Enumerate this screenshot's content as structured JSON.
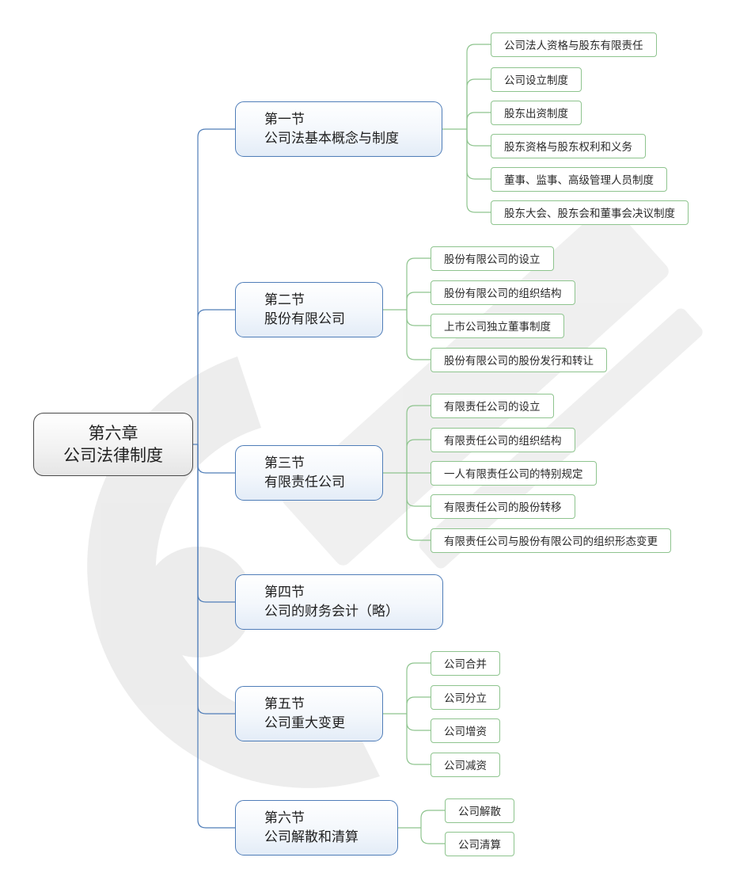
{
  "root": {
    "line1": "第六章",
    "line2": "公司法律制度"
  },
  "sections": [
    {
      "line1": "第一节",
      "line2": "公司法基本概念与制度",
      "items": [
        "公司法人资格与股东有限责任",
        "公司设立制度",
        "股东出资制度",
        "股东资格与股东权利和义务",
        "董事、监事、高级管理人员制度",
        "股东大会、股东会和董事会决议制度"
      ]
    },
    {
      "line1": "第二节",
      "line2": "股份有限公司",
      "items": [
        "股份有限公司的设立",
        "股份有限公司的组织结构",
        "上市公司独立董事制度",
        "股份有限公司的股份发行和转让"
      ]
    },
    {
      "line1": "第三节",
      "line2": "有限责任公司",
      "items": [
        "有限责任公司的设立",
        "有限责任公司的组织结构",
        "一人有限责任公司的特别规定",
        "有限责任公司的股份转移",
        "有限责任公司与股份有限公司的组织形态变更"
      ]
    },
    {
      "line1": "第四节",
      "line2": "公司的财务会计（略）",
      "items": []
    },
    {
      "line1": "第五节",
      "line2": "公司重大变更",
      "items": [
        "公司合并",
        "公司分立",
        "公司增资",
        "公司减资"
      ]
    },
    {
      "line1": "第六节",
      "line2": "公司解散和清算",
      "items": [
        "公司解散",
        "公司清算"
      ]
    }
  ],
  "colors": {
    "section_line": "#4f7db8",
    "leaf_line": "#8ec48e",
    "root_border": "#4a4a4a"
  }
}
